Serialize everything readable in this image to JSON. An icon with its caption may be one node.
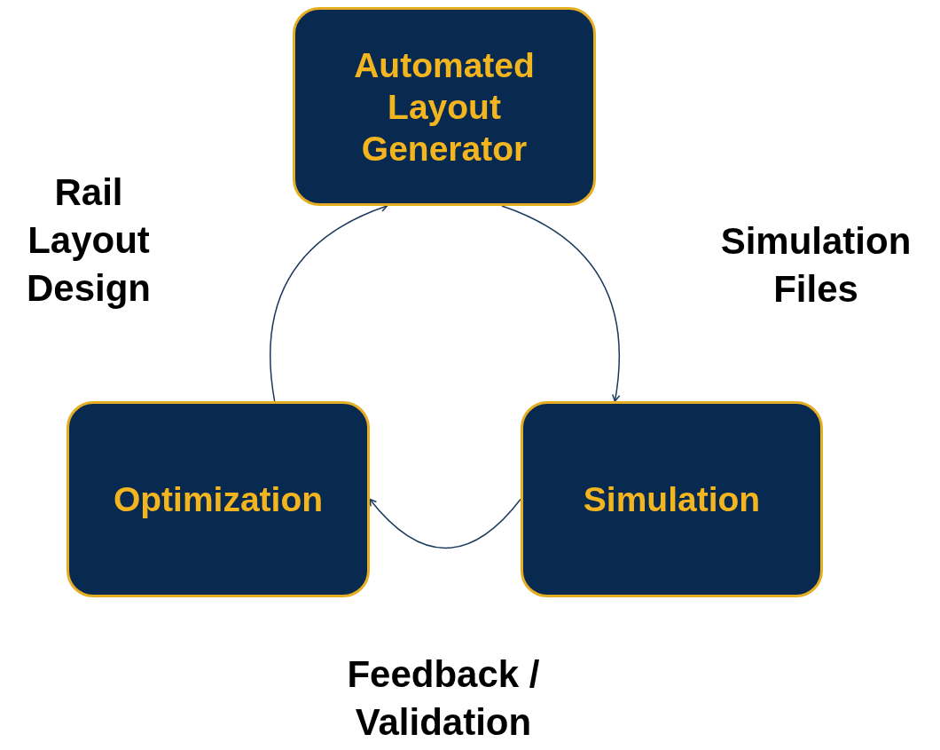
{
  "diagram": {
    "nodes": [
      {
        "text": [
          "Automated Layout Generator"
        ]
      },
      {
        "text": [
          "Optimization"
        ]
      },
      {
        "text": [
          "Simulation"
        ]
      }
    ],
    "edges": [
      {
        "from": 0,
        "to": 2,
        "arrow": "to",
        "label": "Simulation Files"
      },
      {
        "from": 2,
        "to": 1,
        "arrow": "to",
        "label": "Feedback / Validation"
      },
      {
        "from": 1,
        "to": 0,
        "arrow": "to",
        "label": "Rail Layout Design"
      }
    ]
  }
}
